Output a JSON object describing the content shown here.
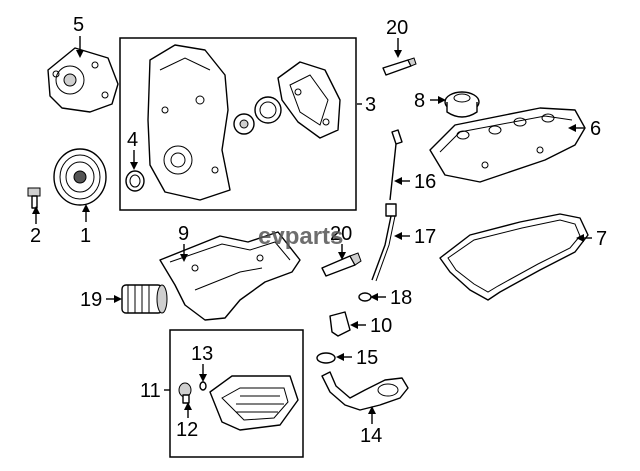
{
  "watermark": "evparts",
  "callouts": {
    "c1": "1",
    "c2": "2",
    "c3": "3",
    "c4": "4",
    "c5": "5",
    "c6": "6",
    "c7": "7",
    "c8": "8",
    "c9": "9",
    "c10": "10",
    "c11": "11",
    "c12": "12",
    "c13": "13",
    "c14": "14",
    "c15": "15",
    "c16": "16",
    "c17": "17",
    "c18": "18",
    "c19": "19",
    "c20a": "20",
    "c20b": "20"
  }
}
